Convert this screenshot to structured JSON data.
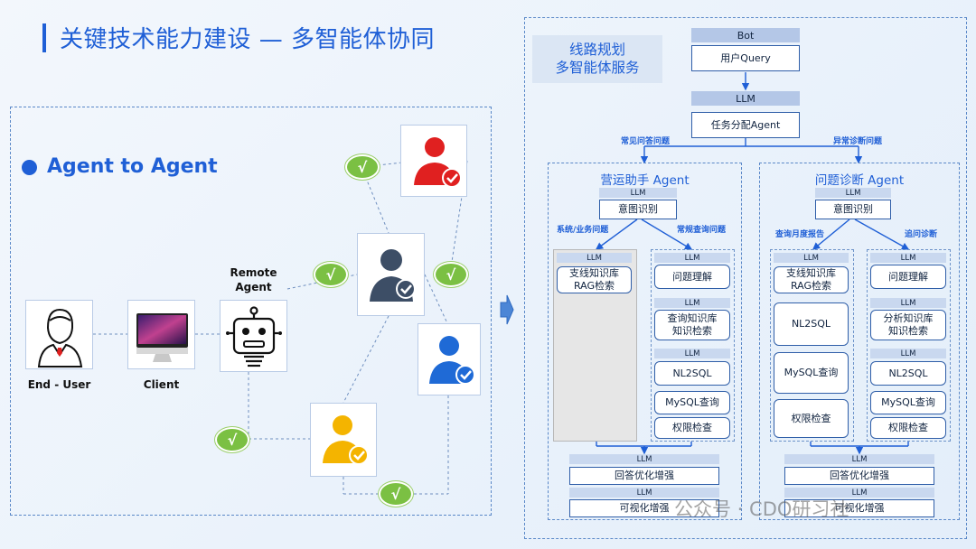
{
  "title": "关键技术能力建设 — 多智能体协同",
  "left": {
    "heading": "Agent to Agent",
    "check_mark": "√",
    "nodes": {
      "end_user": "End - User",
      "client": "Client",
      "remote_agent_line1": "Remote",
      "remote_agent_line2": "Agent"
    },
    "agent_icons": [
      {
        "color": "#e02020"
      },
      {
        "color": "#3d4e66"
      },
      {
        "color": "#1f6ad6"
      },
      {
        "color": "#f4b400"
      }
    ]
  },
  "right": {
    "plan_line1": "线路规划",
    "plan_line2": "多智能体服务",
    "top": {
      "bot": "Bot",
      "user_query": "用户Query",
      "llm": "LLM",
      "task_dispatch": "任务分配Agent",
      "edge_left": "常见问答问题",
      "edge_right": "异常诊断问题"
    },
    "ops_agent": {
      "title": "营运助手 Agent",
      "llm": "LLM",
      "intent": "意图识别",
      "edge_left": "系统/业务问题",
      "edge_right": "常规查询问题",
      "left_llm": "LLM",
      "left_kb_line1": "支线知识库",
      "left_kb_line2": "RAG检索",
      "right_items": [
        {
          "llm": "LLM",
          "line1": "问题理解",
          "line2": ""
        },
        {
          "llm": "LLM",
          "line1": "查询知识库",
          "line2": "知识检索"
        },
        {
          "llm": "LLM",
          "line1": "NL2SQL",
          "line2": ""
        },
        {
          "llm": "",
          "line1": "MySQL查询",
          "line2": ""
        },
        {
          "llm": "",
          "line1": "权限检查",
          "line2": ""
        }
      ],
      "bottom_llm1": "LLM",
      "answer_enhance": "回答优化增强",
      "bottom_llm2": "LLM",
      "visual_enhance": "可视化增强"
    },
    "diag_agent": {
      "title": "问题诊断 Agent",
      "llm": "LLM",
      "intent": "意图识别",
      "edge_left": "查询月度报告",
      "edge_right": "追问诊断",
      "left_llm": "LLM",
      "left_items": [
        {
          "line1": "支线知识库",
          "line2": "RAG检索"
        },
        {
          "line1": "NL2SQL",
          "line2": ""
        },
        {
          "line1": "MySQL查询",
          "line2": ""
        },
        {
          "line1": "权限检查",
          "line2": ""
        }
      ],
      "right_items": [
        {
          "llm": "LLM",
          "line1": "问题理解",
          "line2": ""
        },
        {
          "llm": "LLM",
          "line1": "分析知识库",
          "line2": "知识检索"
        },
        {
          "llm": "LLM",
          "line1": "NL2SQL",
          "line2": ""
        },
        {
          "llm": "",
          "line1": "MySQL查询",
          "line2": ""
        },
        {
          "llm": "",
          "line1": "权限检查",
          "line2": ""
        }
      ],
      "bottom_llm1": "LLM",
      "answer_enhance": "回答优化增强",
      "bottom_llm2": "LLM",
      "visual_enhance": "可视化增强"
    }
  },
  "watermark": "公众号 · CDO研习社"
}
